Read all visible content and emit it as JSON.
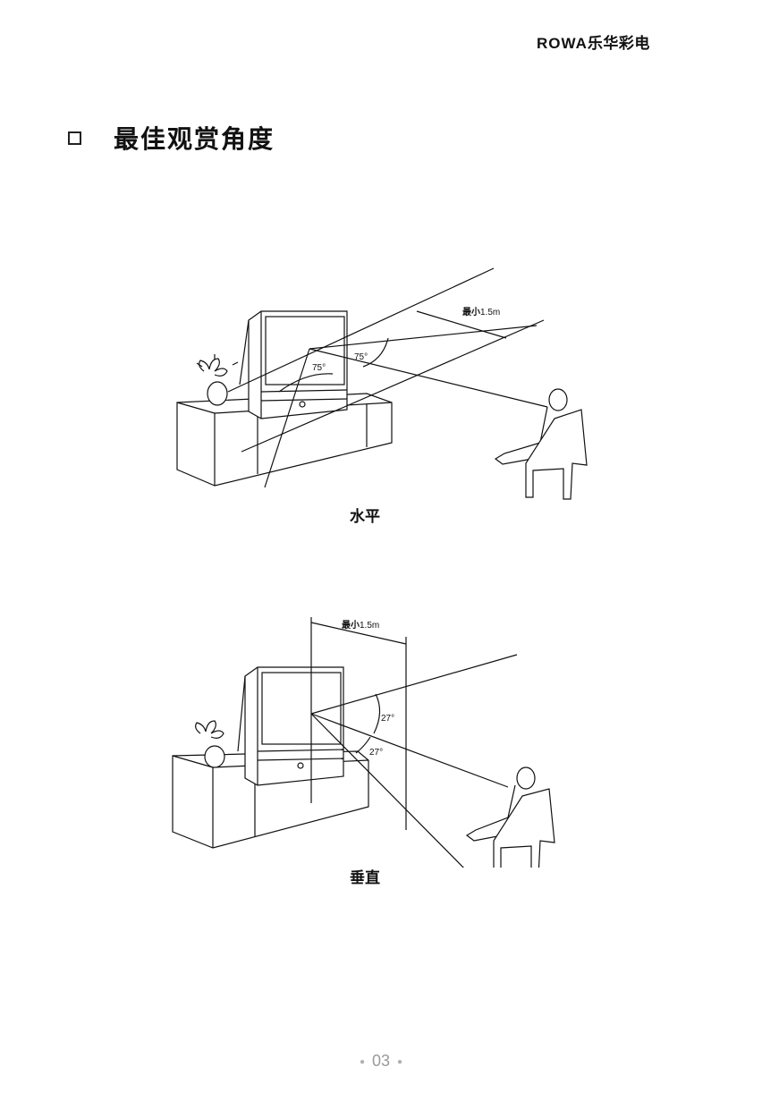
{
  "header": {
    "brand_latin": "ROWA",
    "brand_cn": "乐华彩电"
  },
  "section": {
    "title": "最佳观赏角度"
  },
  "figures": {
    "horizontal": {
      "caption": "水平",
      "distance_prefix": "最小",
      "distance_value": "1.5m",
      "angle_left": "75°",
      "angle_right": "75°"
    },
    "vertical": {
      "caption": "垂直",
      "distance_prefix": "最小",
      "distance_value": "1.5m",
      "angle_up": "27°",
      "angle_down": "27°"
    }
  },
  "footer": {
    "page_number": "03"
  }
}
